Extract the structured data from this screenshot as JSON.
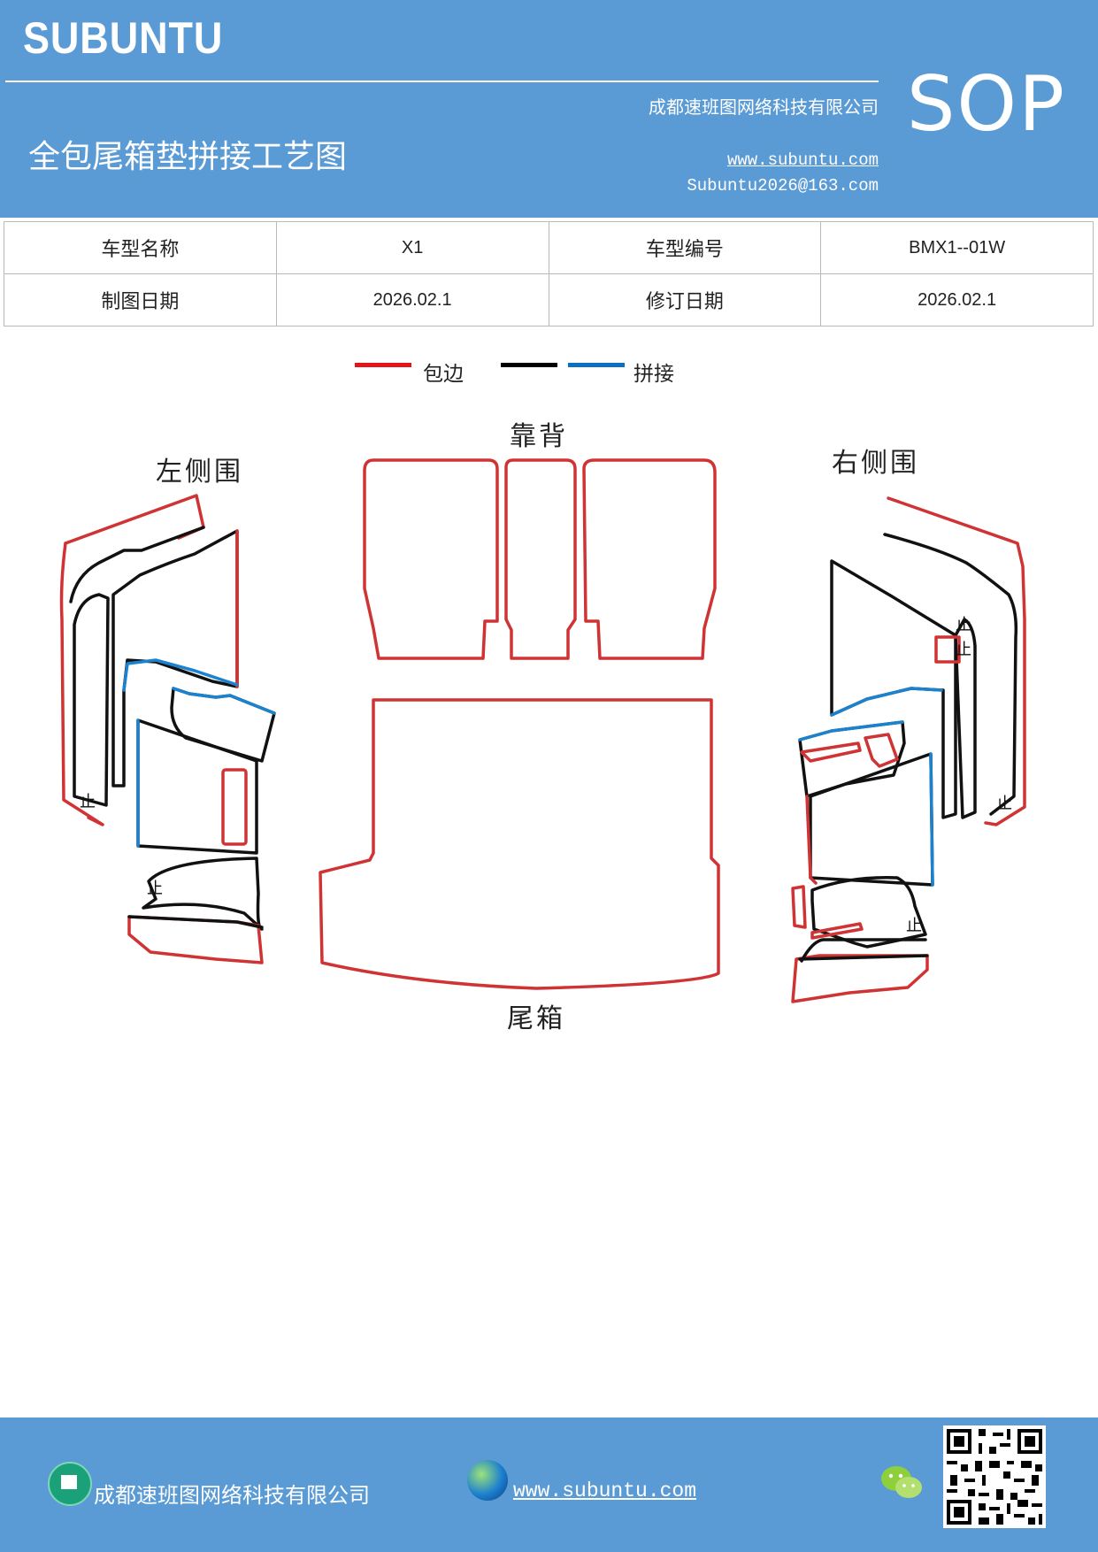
{
  "header": {
    "brand": "SUBUNTU",
    "badge": "SOP",
    "company": "成都速班图网络科技有限公司",
    "title": "全包尾箱垫拼接工艺图",
    "website": "www.subuntu.com",
    "email": "Subuntu2026@163.com"
  },
  "info_table": {
    "rows": [
      [
        {
          "label": "车型名称"
        },
        {
          "value": "X1"
        },
        {
          "label": "车型编号"
        },
        {
          "value": "BMX1--01W"
        }
      ],
      [
        {
          "label": "制图日期"
        },
        {
          "value": "2026.02.1"
        },
        {
          "label": "修订日期"
        },
        {
          "value": "2026.02.1"
        }
      ]
    ]
  },
  "legend": {
    "items": [
      {
        "label": "包边",
        "color": "#e5141a"
      },
      {
        "label": "",
        "color": "#000000"
      },
      {
        "label": "拼接",
        "color": "#0b6fc4"
      }
    ]
  },
  "diagram": {
    "labels": {
      "left": "左侧围",
      "back": "靠背",
      "right": "右侧围",
      "trunk": "尾箱"
    },
    "mark": "止"
  },
  "footer": {
    "company": "成都速班图网络科技有限公司",
    "website": "www.subuntu.com"
  }
}
